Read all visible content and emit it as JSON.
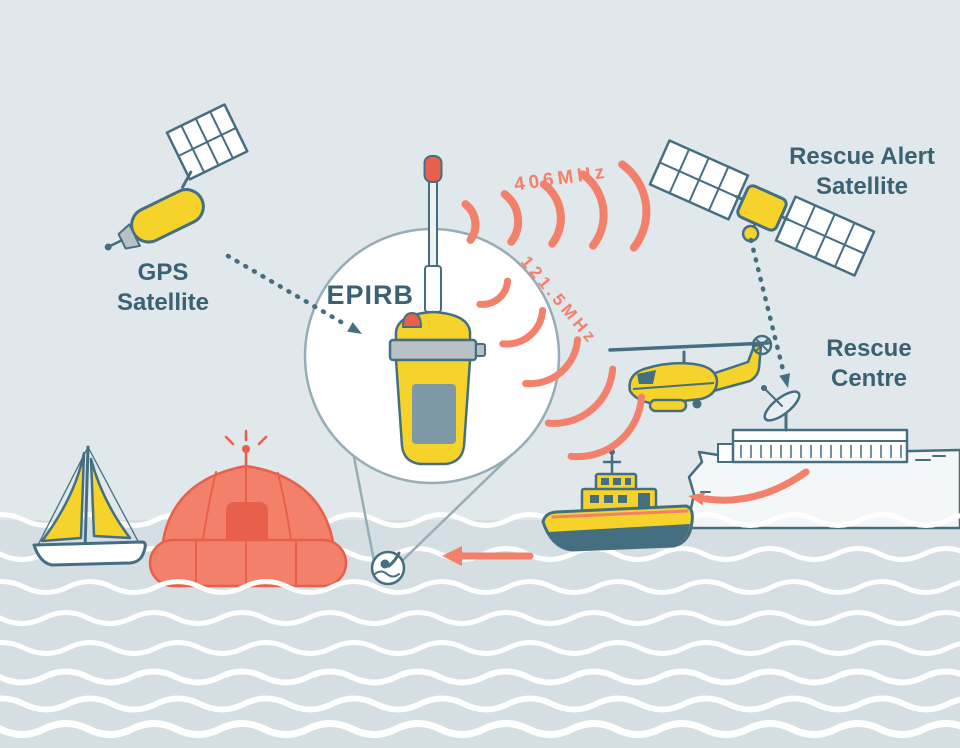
{
  "diagram": {
    "labels": {
      "gps": {
        "line1": "GPS",
        "line2": "Satellite"
      },
      "rescue_alert": {
        "line1": "Rescue Alert",
        "line2": "Satellite"
      },
      "rescue_centre": {
        "line1": "Rescue",
        "line2": "Centre"
      },
      "epirb": "EPIRB",
      "freq_alert": "406MHz",
      "freq_homing": "121.5MHz"
    },
    "scene": [
      "gps-satellite",
      "rescue-alert-satellite",
      "rescue-centre-building",
      "satellite-dish",
      "epirb-beacon-magnified",
      "rescue-helicopter",
      "lifeboat",
      "life-raft",
      "sailboat",
      "person-in-water",
      "radio-signal-arcs",
      "sea-waves",
      "cliff"
    ],
    "colors": {
      "sky": "#e1e8eb",
      "sea": "#d4dee3",
      "wave": "#ffffff",
      "yellow": "#f6d32a",
      "salmon": "#f3806a",
      "deep": "#e8604c",
      "outline": "#456f80",
      "text": "#3a6273",
      "gray": "#b8c1c6",
      "panel": "#7e98a5",
      "cliff": "#f4f7f8",
      "rod": "#eef2f3",
      "light_outline": "#97adb6"
    }
  }
}
